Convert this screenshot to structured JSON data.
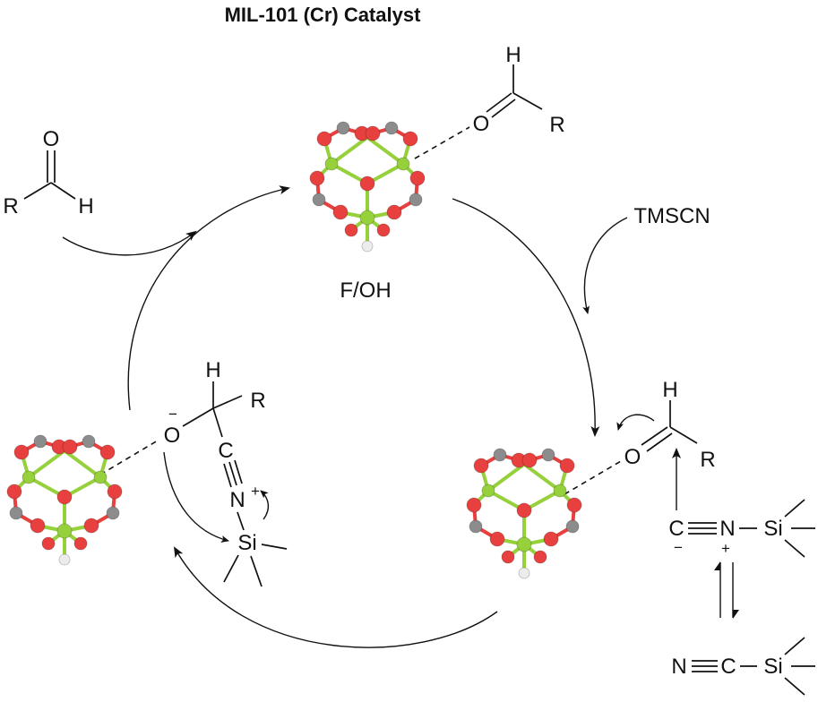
{
  "title": "MIL-101 (Cr) Catalyst",
  "aldehyde_top": {
    "H": "H",
    "O": "O",
    "R": "R"
  },
  "aldehyde_left": {
    "O": "O",
    "R": "R",
    "H": "H"
  },
  "reagent": "TMSCN",
  "cluster_label": "F/OH",
  "intermediate_right": {
    "H": "H",
    "O": "O",
    "R": "R"
  },
  "isonitrile": {
    "C": "C",
    "N": "N",
    "Si": "Si",
    "minus": "−",
    "plus": "+"
  },
  "nitrile": {
    "N": "N",
    "C": "C",
    "Si": "Si"
  },
  "alkoxide": {
    "O": "O",
    "minus": "−",
    "H": "H",
    "R": "R",
    "C": "C",
    "N": "N",
    "plus": "+",
    "Si": "Si"
  },
  "atom_colors": {
    "oxygen": "#e8403f",
    "chromium": "#96d13c",
    "carbon": "#8c8c8c",
    "fluoride": "#ececec"
  }
}
